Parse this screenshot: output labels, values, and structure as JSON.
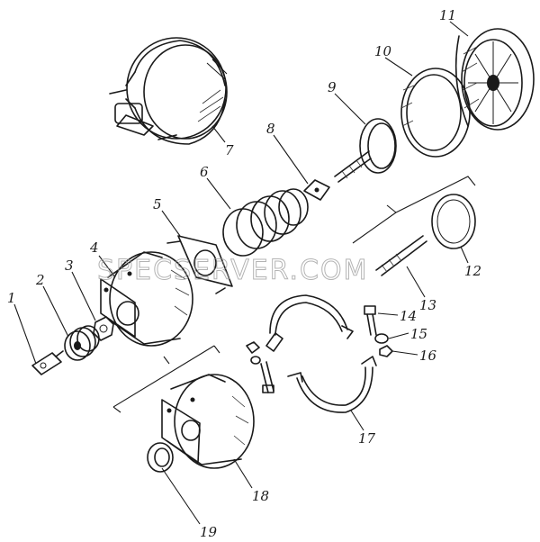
{
  "watermark": "SPECSERVER.COM",
  "callouts": {
    "n1": "1",
    "n2": "2",
    "n3": "3",
    "n4": "4",
    "n5": "5",
    "n6": "6",
    "n7": "7",
    "n8": "8",
    "n9": "9",
    "n10": "10",
    "n11": "11",
    "n12": "12",
    "n13": "13",
    "n14": "14",
    "n15": "15",
    "n16": "16",
    "n17": "17",
    "n18": "18",
    "n19": "19"
  }
}
